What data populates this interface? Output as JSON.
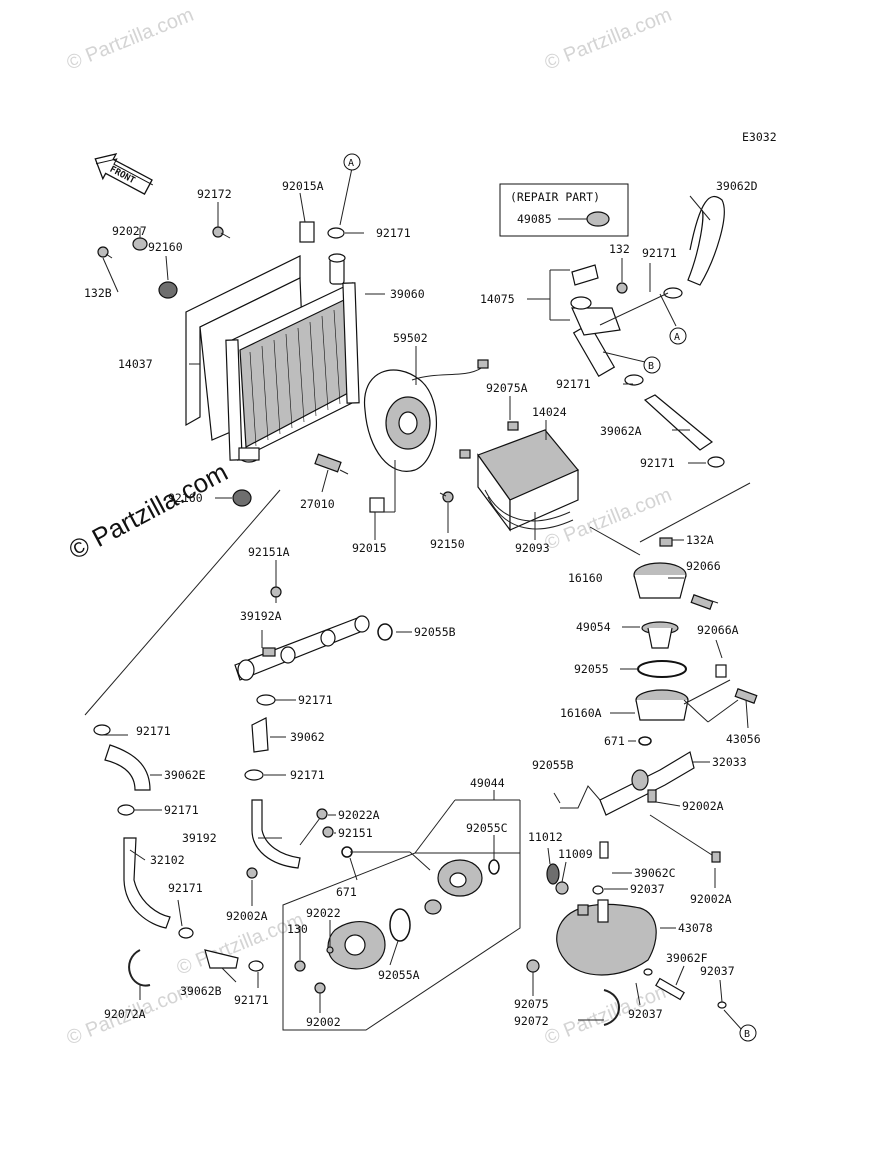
{
  "diagram_code": "E3032",
  "front_label": "FRONT",
  "watermark": "© Partzilla.com",
  "repair_part": {
    "title": "(REPAIR PART)",
    "part": "49085"
  },
  "callouts": {
    "a": "A",
    "b": "B"
  },
  "labels": {
    "p92172": "92172",
    "p92015A": "92015A",
    "p92171_top": "92171",
    "p39062D": "39062D",
    "p92027": "92027",
    "p92160_top": "92160",
    "p132B": "132B",
    "p39060": "39060",
    "p132": "132",
    "p92171_r1": "92171",
    "p14075": "14075",
    "p14037": "14037",
    "p59502": "59502",
    "p92075A": "92075A",
    "p92171_r2": "92171",
    "p14024": "14024",
    "p39062A": "39062A",
    "p92171_r3": "92171",
    "p92160_bot": "92160",
    "p27010": "27010",
    "p92015": "92015",
    "p92150": "92150",
    "p92093": "92093",
    "p132A": "132A",
    "p92151A": "92151A",
    "p16160": "16160",
    "p92066": "92066",
    "p39192A": "39192A",
    "p92055B": "92055B",
    "p49054": "49054",
    "p92066A": "92066A",
    "p92055": "92055",
    "p92171_l1": "92171",
    "p16160A": "16160A",
    "p92171_m1": "92171",
    "p39062": "39062",
    "p43056": "43056",
    "p671_r": "671",
    "p92171_m2": "92171",
    "p39062E": "39062E",
    "p49044": "49044",
    "p92055B_r": "92055B",
    "p32033": "32033",
    "p92171_l2": "92171",
    "p92022A": "92022A",
    "p92002A_r1": "92002A",
    "p39192": "39192",
    "p92151": "92151",
    "p92055C": "92055C",
    "p11012": "11012",
    "p32102": "32102",
    "p11009": "11009",
    "p39062C": "39062C",
    "p671_m": "671",
    "p92037_m": "92037",
    "p92002A_r2": "92002A",
    "p92171_l3": "92171",
    "p92002A_m": "92002A",
    "p92022": "92022",
    "p43078": "43078",
    "p130": "130",
    "p92055A": "92055A",
    "p39062F": "39062F",
    "p92037_r": "92037",
    "p92072A": "92072A",
    "p39062B": "39062B",
    "p92171_b": "92171",
    "p92002": "92002",
    "p92075": "92075",
    "p92072": "92072",
    "p92037_b": "92037"
  }
}
